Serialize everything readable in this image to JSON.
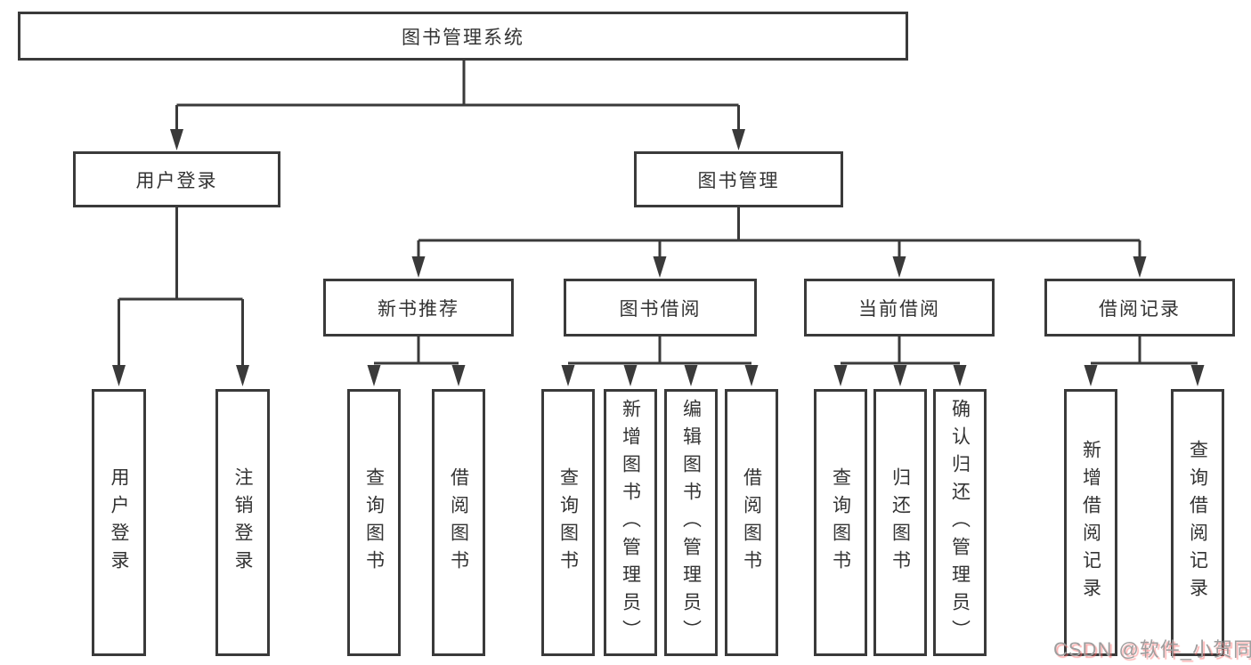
{
  "tree": {
    "label": "图书管理系统",
    "children": [
      {
        "label": "用户登录",
        "children": [
          {
            "label": "用户登录"
          },
          {
            "label": "注销登录"
          }
        ]
      },
      {
        "label": "图书管理",
        "children": [
          {
            "label": "新书推荐",
            "children": [
              {
                "label": "查询图书"
              },
              {
                "label": "借阅图书"
              }
            ]
          },
          {
            "label": "图书借阅",
            "children": [
              {
                "label": "查询图书"
              },
              {
                "label": "新增图书（管理员）"
              },
              {
                "label": "编辑图书（管理员）"
              },
              {
                "label": "借阅图书"
              }
            ]
          },
          {
            "label": "当前借阅",
            "children": [
              {
                "label": "查询图书"
              },
              {
                "label": "归还图书"
              },
              {
                "label": "确认归还（管理员）"
              }
            ]
          },
          {
            "label": "借阅记录",
            "children": [
              {
                "label": "新增借阅记录"
              },
              {
                "label": "查询借阅记录"
              }
            ]
          }
        ]
      }
    ]
  },
  "watermark": {
    "text": "CSDN @软件_小贺同学"
  },
  "colors": {
    "line": "#3a3a3a",
    "box_border": "#3a3a3a",
    "text": "#333333",
    "background": "#ffffff",
    "watermark_text": "#9e9e9e",
    "watermark_shadow": "#ff6e6e"
  }
}
